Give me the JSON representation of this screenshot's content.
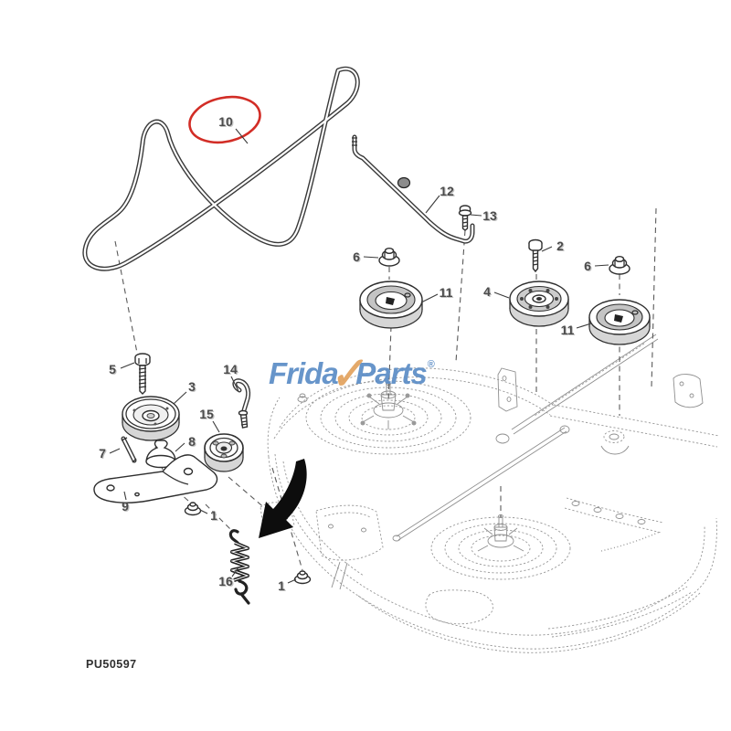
{
  "diagram": {
    "part_code": "PU50597",
    "highlight_color": "#d22d26",
    "belt_line_color": "#3a3a3a",
    "deck_line_color": "#8f8f8f",
    "callout_color": "#4c4c4c",
    "callouts": {
      "c10": "10",
      "c12": "12",
      "c13": "13",
      "c2": "2",
      "c6a": "6",
      "c11a": "11",
      "c4": "4",
      "c6b": "6",
      "c11b": "11",
      "c5": "5",
      "c3": "3",
      "c14": "14",
      "c15": "15",
      "c7": "7",
      "c8": "8",
      "c9": "9",
      "c1a": "1",
      "c16": "16",
      "c1b": "1"
    },
    "icons": {
      "direction_arrow": "curved-arrow-down-left",
      "highlight": "red-ellipse-circled-10"
    },
    "watermark": {
      "text_start": "Frida",
      "check": "✓",
      "text_end": "Parts",
      "reg": "®",
      "blue": "#5c8dc6",
      "orange": "#e2a35f"
    }
  }
}
